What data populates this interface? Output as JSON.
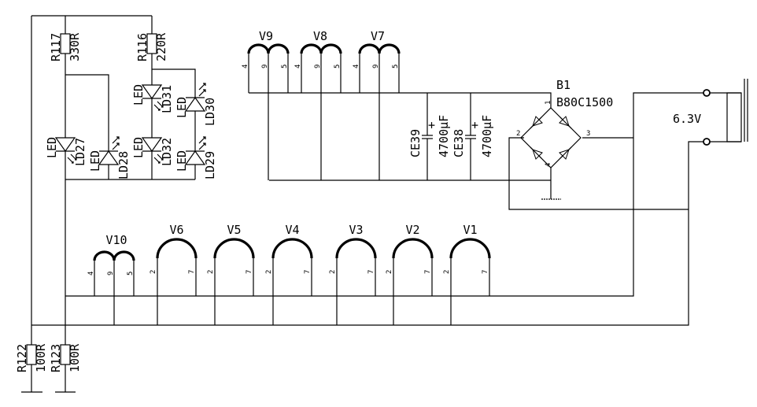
{
  "resistors": [
    {
      "ref": "R117",
      "value": "330R"
    },
    {
      "ref": "R116",
      "value": "220R"
    },
    {
      "ref": "R122",
      "value": "100R"
    },
    {
      "ref": "R123",
      "value": "100R"
    }
  ],
  "leds": [
    {
      "ref": "LD27",
      "type": "LED"
    },
    {
      "ref": "LD28",
      "type": "LED"
    },
    {
      "ref": "LD31",
      "type": "LED"
    },
    {
      "ref": "LD32",
      "type": "LED"
    },
    {
      "ref": "LD30",
      "type": "LED"
    },
    {
      "ref": "LD29",
      "type": "LED"
    }
  ],
  "capacitors": [
    {
      "ref": "CE39",
      "value": "4700µF",
      "polarity": "+"
    },
    {
      "ref": "CE38",
      "value": "4700µF",
      "polarity": "+"
    }
  ],
  "bridge": {
    "ref": "B1",
    "value": "B80C1500",
    "pins": [
      "1",
      "2",
      "3",
      "4"
    ]
  },
  "tubes_dual": [
    {
      "ref": "V9",
      "pins": [
        "4",
        "9",
        "5"
      ]
    },
    {
      "ref": "V8",
      "pins": [
        "4",
        "9",
        "5"
      ]
    },
    {
      "ref": "V7",
      "pins": [
        "4",
        "9",
        "5"
      ]
    },
    {
      "ref": "V10",
      "pins": [
        "4",
        "9",
        "5"
      ]
    }
  ],
  "tubes_single": [
    {
      "ref": "V6",
      "pins": [
        "2",
        "7"
      ]
    },
    {
      "ref": "V5",
      "pins": [
        "2",
        "7"
      ]
    },
    {
      "ref": "V4",
      "pins": [
        "2",
        "7"
      ]
    },
    {
      "ref": "V3",
      "pins": [
        "2",
        "7"
      ]
    },
    {
      "ref": "V2",
      "pins": [
        "2",
        "7"
      ]
    },
    {
      "ref": "V1",
      "pins": [
        "2",
        "7"
      ]
    }
  ],
  "transformer": {
    "voltage": "6.3V"
  }
}
